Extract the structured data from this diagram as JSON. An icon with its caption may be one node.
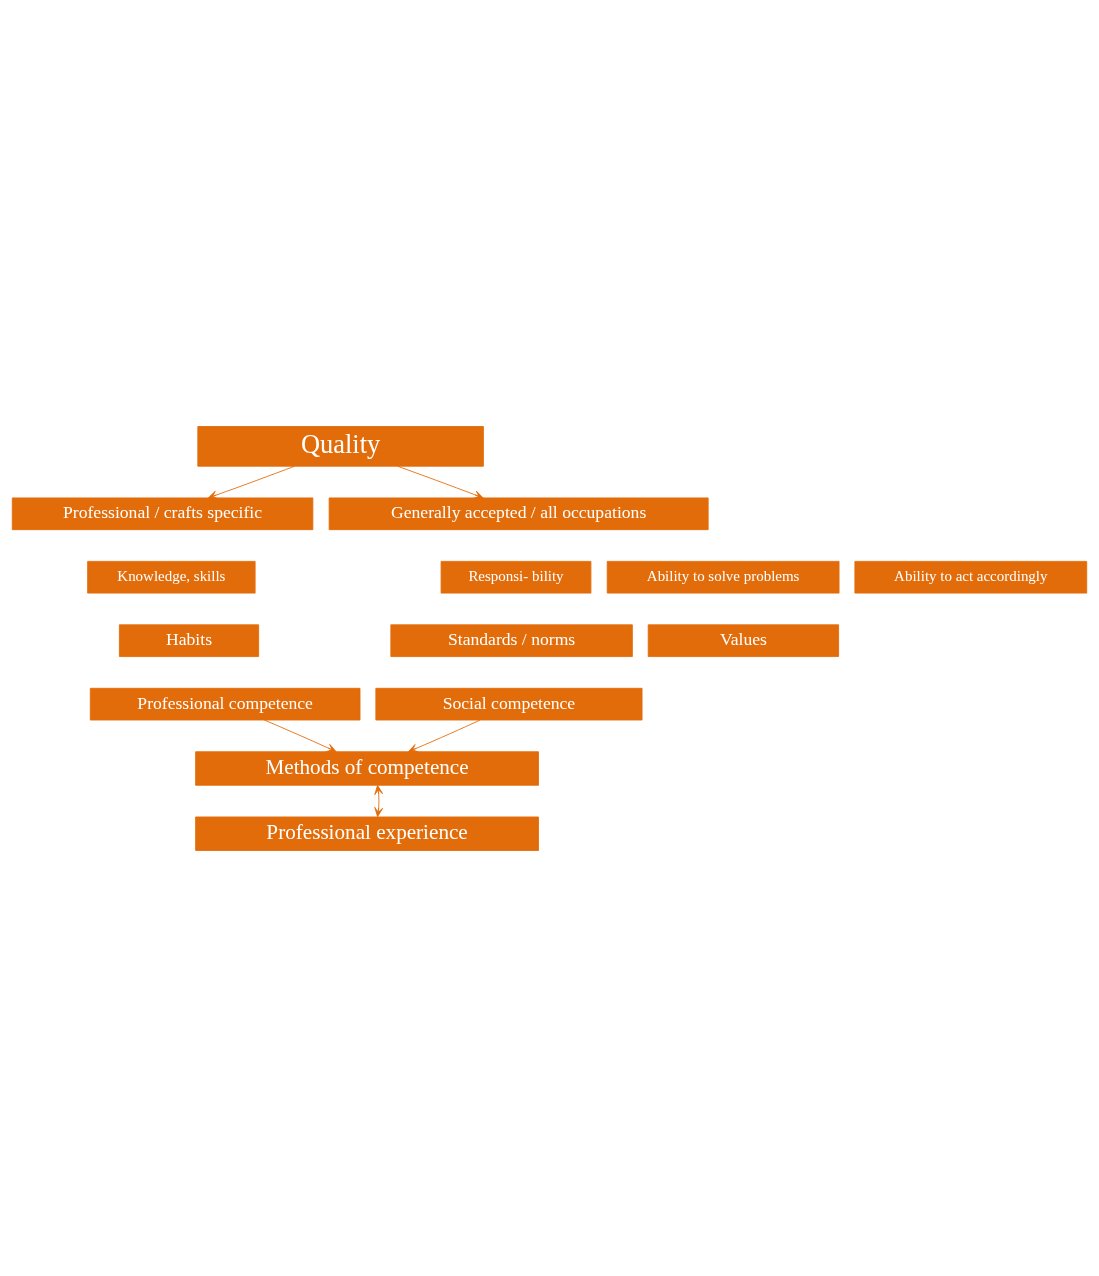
{
  "diagram": {
    "nodes": [
      {
        "text": [
          "Quality"
        ]
      },
      {
        "text": [
          "Professional / crafts specific"
        ]
      },
      {
        "text": [
          "Generally accepted / all occupations"
        ]
      },
      {
        "text": [
          "Knowledge, skills"
        ]
      },
      {
        "text": [
          "Ability to solve problems"
        ]
      },
      {
        "text": [
          "Ability to act accordingly"
        ]
      },
      {
        "text": [
          "Responsi- bility"
        ]
      },
      {
        "text": [
          "Habits"
        ]
      },
      {
        "text": [
          "Values"
        ]
      },
      {
        "text": [
          "Standards / norms"
        ]
      },
      {
        "text": [
          "Professional competence"
        ]
      },
      {
        "text": [
          "Social competence"
        ]
      },
      {
        "text": [
          "Methods of competence"
        ]
      },
      {
        "text": [
          "Professional experience"
        ]
      }
    ],
    "edges": [
      {
        "from": 0,
        "to": 1,
        "arrow": "to"
      },
      {
        "from": 0,
        "to": 2,
        "arrow": "to"
      },
      {
        "from": 10,
        "to": 12,
        "arrow": "to"
      },
      {
        "from": 11,
        "to": 12,
        "arrow": "to"
      },
      {
        "from": 12,
        "to": 13,
        "arrow": "both"
      }
    ]
  }
}
